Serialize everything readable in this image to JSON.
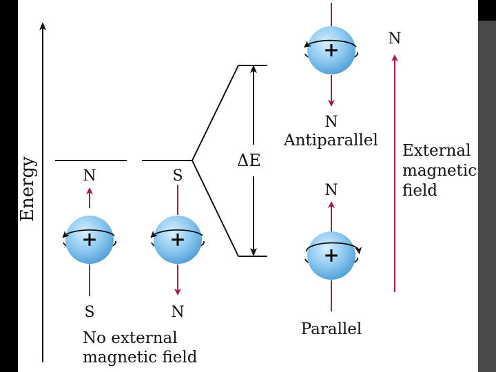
{
  "axis": {
    "label": "Energy"
  },
  "no_field": {
    "left_proton": {
      "top_pole": "N",
      "bottom_pole": "S",
      "charge": "+"
    },
    "right_proton": {
      "top_pole": "S",
      "bottom_pole": "N",
      "charge": "+"
    },
    "caption_line1": "No external",
    "caption_line2": "magnetic field"
  },
  "gap": {
    "label": "ΔE"
  },
  "antiparallel": {
    "charge": "+",
    "top_pole": "",
    "bottom_pole": "N",
    "label": "Antiparallel"
  },
  "parallel": {
    "charge": "+",
    "top_pole": "N",
    "label": "Parallel"
  },
  "external_field": {
    "pole": "N",
    "label_line1": "External",
    "label_line2": "magnetic",
    "label_line3": "field"
  },
  "colors": {
    "frame": "#000000",
    "right_bar": "#4a4a4a",
    "panel": "#ffffff",
    "sphere_light": "#c6e6fb",
    "sphere_dark": "#56a6dd",
    "spin_vector": "#b0163e",
    "line": "#111111"
  }
}
